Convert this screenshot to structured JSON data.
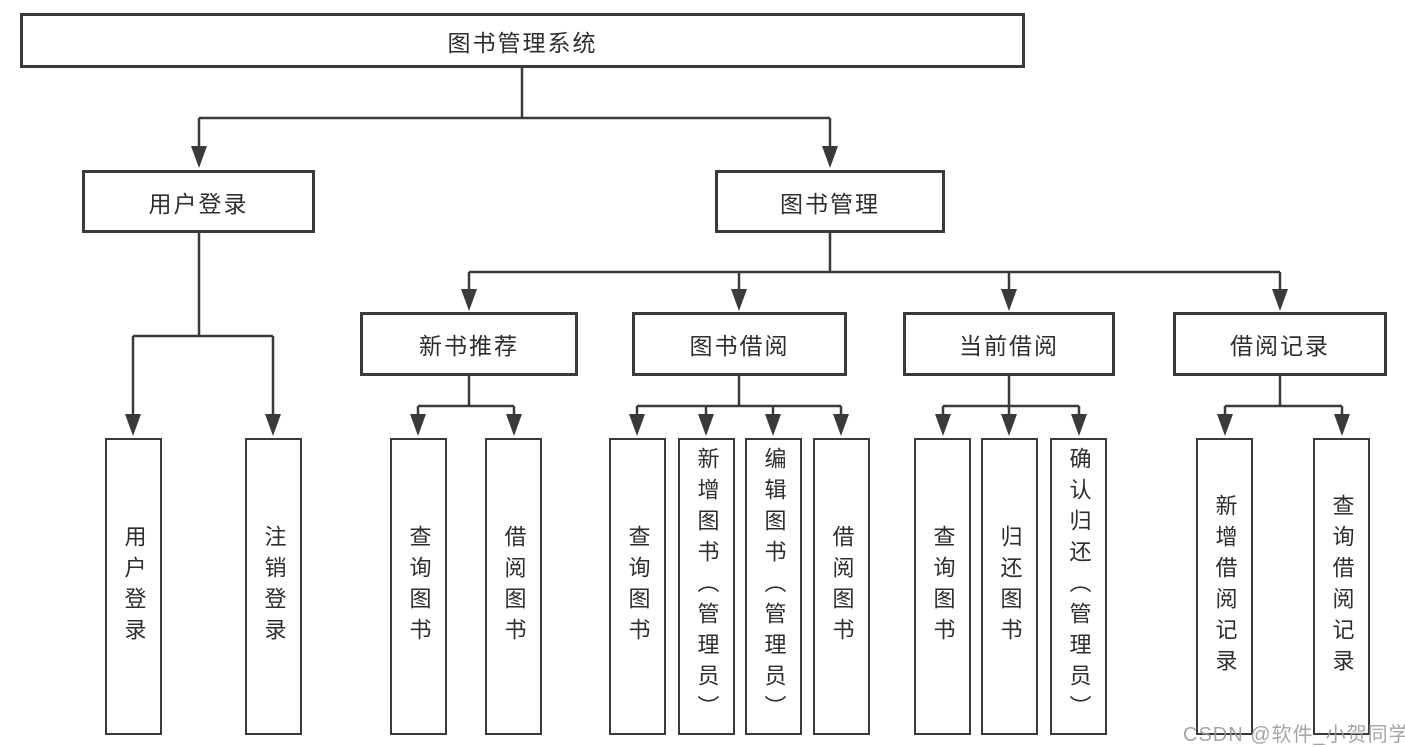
{
  "diagram": {
    "root": "图书管理系统",
    "branches": [
      {
        "label": "用户登录",
        "children": [
          "用户登录",
          "注销登录"
        ]
      },
      {
        "label": "图书管理",
        "groups": [
          {
            "label": "新书推荐",
            "children": [
              "查询图书",
              "借阅图书"
            ]
          },
          {
            "label": "图书借阅",
            "children": [
              "查询图书",
              "新增图书（管理员）",
              "编辑图书（管理员）",
              "借阅图书"
            ]
          },
          {
            "label": "当前借阅",
            "children": [
              "查询图书",
              "归还图书",
              "确认归还（管理员）"
            ]
          },
          {
            "label": "借阅记录",
            "children": [
              "新增借阅记录",
              "查询借阅记录"
            ]
          }
        ]
      }
    ]
  },
  "watermark": {
    "text": "CSDN @软件_小贺同学"
  },
  "colors": {
    "line": "#3a3a3c",
    "text": "#2e2e30",
    "watermark": "#9b9b9b",
    "background": "#ffffff"
  }
}
